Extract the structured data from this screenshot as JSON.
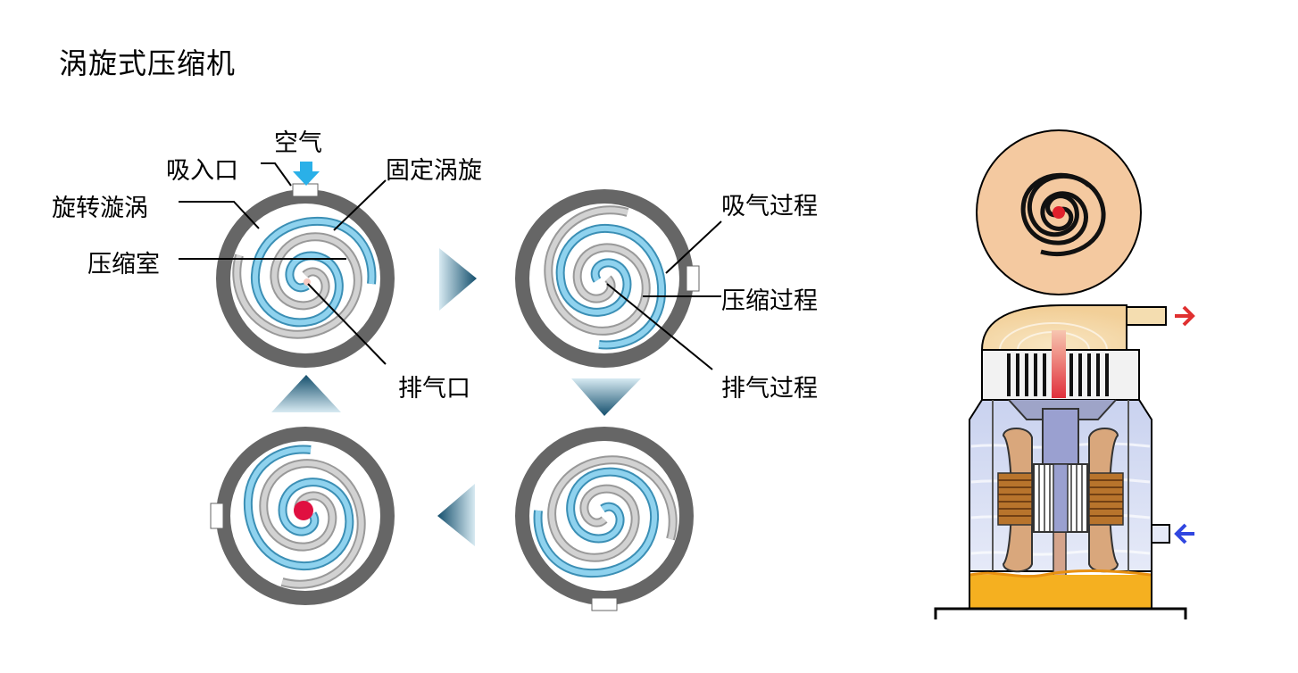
{
  "title": "涡旋式压缩机",
  "labels": {
    "air": "空气",
    "intake_port": "吸入口",
    "fixed_scroll": "固定涡旋",
    "orbiting_scroll": "旋转漩涡",
    "compression_chamber": "压缩室",
    "discharge_port": "排气口",
    "suction_process": "吸气过程",
    "compression_process": "压缩过程",
    "discharge_process": "排气过程"
  },
  "colors": {
    "housing": "#666666",
    "fixed_scroll": "#6ec3e8",
    "orbiting_scroll": "#b4b4b4",
    "gas_light": "#f6c9c0",
    "gas_medium": "#ef9d9d",
    "gas_high": "#e0303c",
    "arrow_air": "#2ab0e8",
    "arrow_teal": "#1f5f7c",
    "arrow_out": "#e03030",
    "arrow_in": "#3046e0"
  }
}
